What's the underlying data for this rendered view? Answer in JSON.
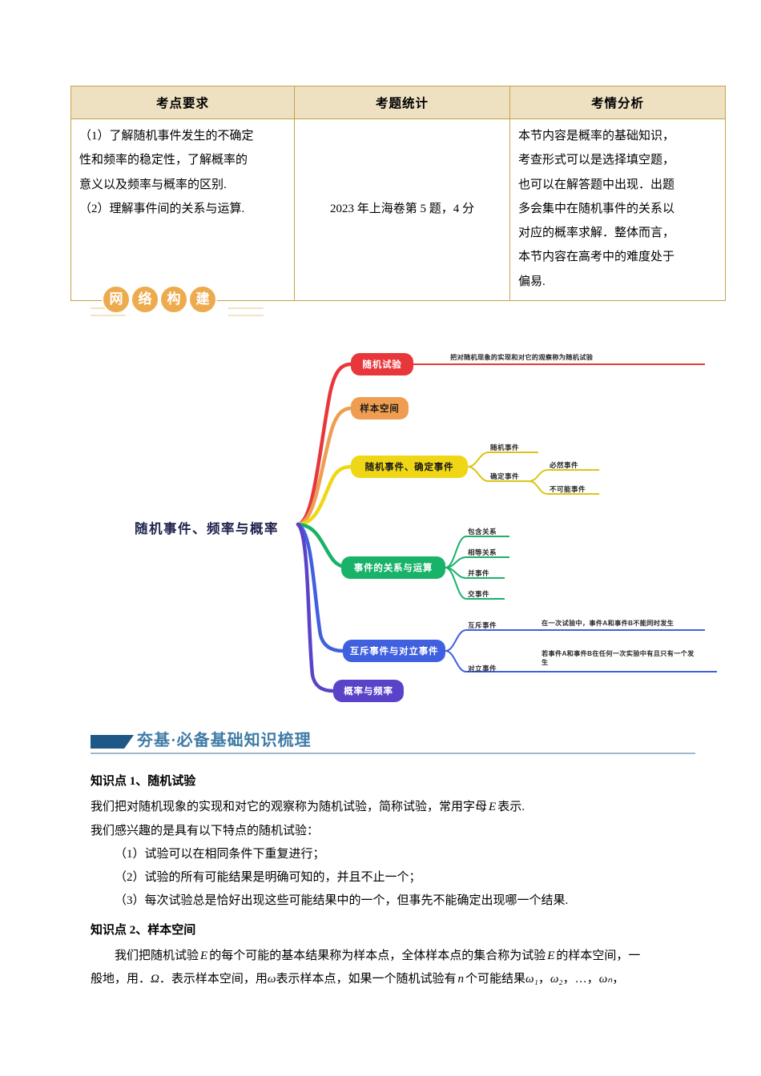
{
  "exam_table": {
    "headers": [
      "考点要求",
      "考题统计",
      "考情分析"
    ],
    "requirement_lines": [
      "（1）了解随机事件发生的不确定",
      "性和频率的稳定性，了解概率的",
      "意义以及频率与概率的区别.",
      "（2）理解事件间的关系与运算."
    ],
    "statistics": "2023 年上海卷第 5 题，4 分",
    "analysis_lines": [
      "本节内容是概率的基础知识，",
      "考查形式可以是选择填空题，",
      "也可以在解答题中出现．出题",
      "多会集中在随机事件的关系以",
      "对应的概率求解．整体而言，",
      "本节内容在高考中的难度处于",
      "偏易."
    ]
  },
  "badge": {
    "chars": [
      "网",
      "络",
      "构",
      "建"
    ],
    "color": "#edab4e"
  },
  "mindmap": {
    "center": "随机事件、频率与概率",
    "branches": [
      {
        "label": "随机试验",
        "color": "#e8373b",
        "text_color": "#ffffff",
        "leaves": [
          "把对随机现象的实现和对它的观察称为随机试验"
        ]
      },
      {
        "label": "样本空间",
        "color": "#ef9d51",
        "text_color": "#1a1a1a",
        "leaves": []
      },
      {
        "label": "随机事件、确定事件",
        "color": "#efd716",
        "text_color": "#1a1a1a",
        "subs": [
          {
            "label": "随机事件",
            "leaves": []
          },
          {
            "label": "确定事件",
            "leaves": [
              "必然事件",
              "不可能事件"
            ]
          }
        ]
      },
      {
        "label": "事件的关系与运算",
        "color": "#19b269",
        "text_color": "#ffffff",
        "subs": [
          {
            "label": "包含关系",
            "leaves": []
          },
          {
            "label": "相等关系",
            "leaves": []
          },
          {
            "label": "并事件",
            "leaves": []
          },
          {
            "label": "交事件",
            "leaves": []
          }
        ]
      },
      {
        "label": "互斥事件与对立事件",
        "color": "#4060e0",
        "text_color": "#ffffff",
        "subs": [
          {
            "label": "互斥事件",
            "leaves": [
              "在一次试验中，事件A和事件B不能同时发生"
            ]
          },
          {
            "label": "对立事件",
            "leaves": [
              "若事件A和事件B在任何一次实验中有且只有一个发生"
            ]
          }
        ]
      },
      {
        "label": "概率与频率",
        "color": "#5a43c8",
        "text_color": "#ffffff",
        "subs": []
      }
    ]
  },
  "section": {
    "title": "夯基·必备基础知识梳理",
    "title_color": "#3f7ba6",
    "flag_color": "#1f5787"
  },
  "knowledge": {
    "point1_title": "知识点 1、随机试验",
    "point1_lines": [
      "我们把对随机现象的实现和对它的观察称为随机试验，简称试验，常用字母 E 表示.",
      "我们感兴趣的是具有以下特点的随机试验：",
      "（1）试验可以在相同条件下重复进行；",
      "（2）试验的所有可能结果是明确可知的，并且不止一个；",
      "（3）每次试验总是恰好出现这些可能结果中的一个，但事先不能确定出现哪一个结果."
    ],
    "point2_title": "知识点 2、样本空间",
    "point2_line1_a": "我们把随机试验",
    "point2_line1_E1": "E",
    "point2_line1_b": "的每个可能的基本结果称为样本点，全体样本点的集合称为试验",
    "point2_line1_E2": "E",
    "point2_line1_c": "的样本空间，一",
    "point2_line2_a": "般地，用．",
    "point2_line2_omega_cap": "Ω",
    "point2_line2_b": "．表示样本空间，用",
    "point2_line2_omega": "ω",
    "point2_line2_c": "表示样本点，如果一个随机试验有",
    "point2_line2_n": "n",
    "point2_line2_d": "个可能结果",
    "point2_line2_w1": "ω₁",
    "point2_line2_w2": "ω₂",
    "point2_line2_dots": "…，",
    "point2_line2_wn": "ωₙ",
    "point2_line2_end": "，"
  }
}
